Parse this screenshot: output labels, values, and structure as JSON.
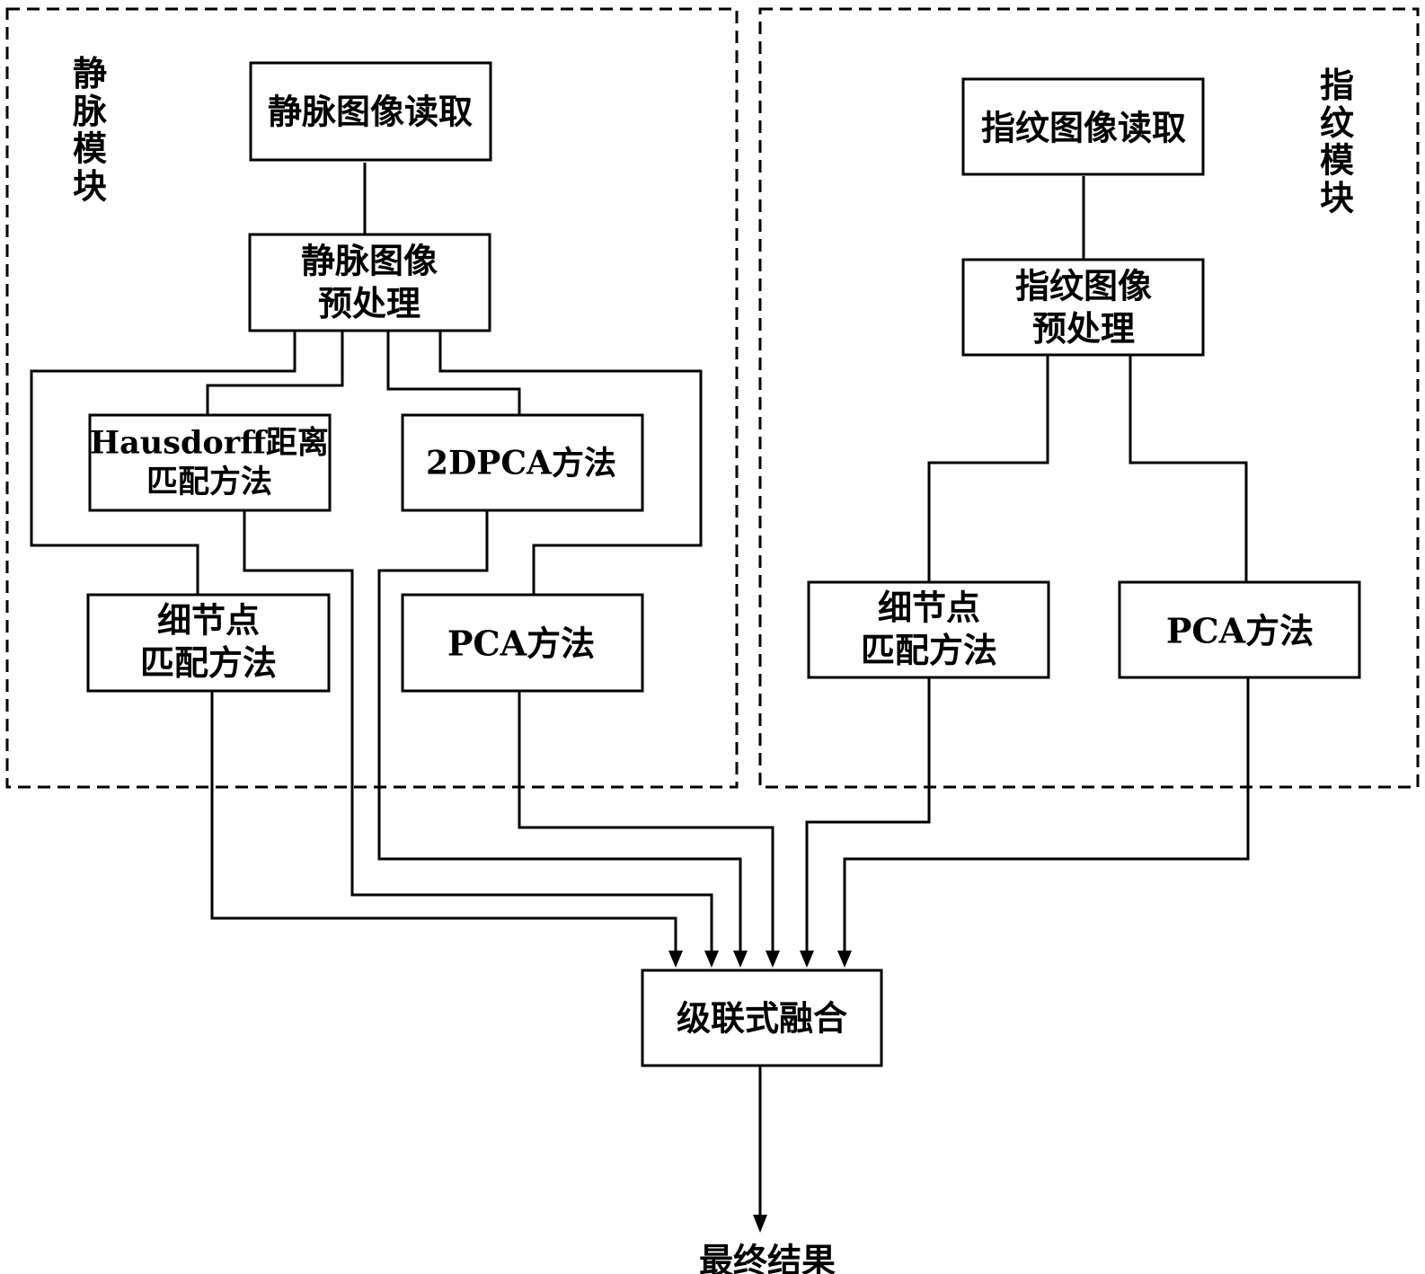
{
  "modules": {
    "vein": {
      "label": "静脉模块"
    },
    "fingerprint": {
      "label": "指纹模块"
    }
  },
  "nodes": {
    "vein_read": {
      "lines": [
        "静脉图像读取"
      ]
    },
    "vein_pre": {
      "lines": [
        "静脉图像",
        "预处理"
      ]
    },
    "vein_hausdorff": {
      "lines": [
        "Hausdorff距离",
        "匹配方法"
      ]
    },
    "vein_2dpca": {
      "lines": [
        "2DPCA方法"
      ]
    },
    "vein_minutiae": {
      "lines": [
        "细节点",
        "匹配方法"
      ]
    },
    "vein_pca": {
      "lines": [
        "PCA方法"
      ]
    },
    "fp_read": {
      "lines": [
        "指纹图像读取"
      ]
    },
    "fp_pre": {
      "lines": [
        "指纹图像",
        "预处理"
      ]
    },
    "fp_minutiae": {
      "lines": [
        "细节点",
        "匹配方法"
      ]
    },
    "fp_pca": {
      "lines": [
        "PCA方法"
      ]
    },
    "fusion": {
      "lines": [
        "级联式融合"
      ]
    },
    "result": {
      "lines": [
        "最终结果"
      ]
    }
  },
  "edges": [
    {
      "from": "vein_read",
      "to": "vein_pre"
    },
    {
      "from": "vein_pre",
      "to": "vein_minutiae"
    },
    {
      "from": "vein_pre",
      "to": "vein_hausdorff"
    },
    {
      "from": "vein_pre",
      "to": "vein_2dpca"
    },
    {
      "from": "vein_pre",
      "to": "vein_pca"
    },
    {
      "from": "fp_read",
      "to": "fp_pre"
    },
    {
      "from": "fp_pre",
      "to": "fp_minutiae"
    },
    {
      "from": "fp_pre",
      "to": "fp_pca"
    },
    {
      "from": "vein_minutiae",
      "to": "fusion",
      "arrow": true
    },
    {
      "from": "vein_hausdorff",
      "to": "fusion",
      "arrow": true
    },
    {
      "from": "vein_2dpca",
      "to": "fusion",
      "arrow": true
    },
    {
      "from": "vein_pca",
      "to": "fusion",
      "arrow": true
    },
    {
      "from": "fp_minutiae",
      "to": "fusion",
      "arrow": true
    },
    {
      "from": "fp_pca",
      "to": "fusion",
      "arrow": true
    },
    {
      "from": "fusion",
      "to": "result",
      "arrow": true
    }
  ]
}
